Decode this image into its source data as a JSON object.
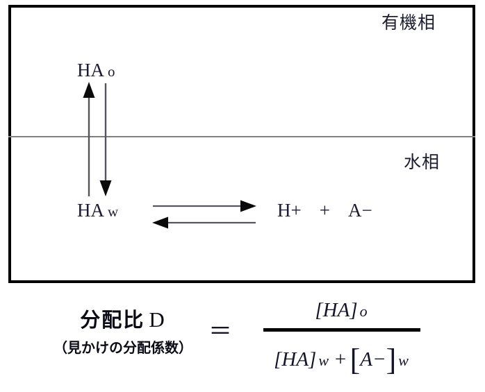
{
  "diagram": {
    "organic_phase_label": "有機相",
    "aqueous_phase_label": "水相",
    "species_organic": {
      "name": "HA",
      "subscript": "o"
    },
    "species_aqueous": {
      "name": "HA",
      "subscript": "w"
    },
    "dissociation_products": {
      "cation": "H+",
      "operator": "+",
      "anion": "A−"
    },
    "arrows": {
      "up_arrow": "arrow-up-icon",
      "down_arrow": "arrow-down-icon",
      "forward_arrow": "arrow-right-icon",
      "reverse_arrow": "arrow-left-icon"
    },
    "boundary_color": "#808080",
    "border_color": "#000000"
  },
  "equation": {
    "title": "分配比",
    "symbol": "D",
    "subtitle": "（見かけの分配係数）",
    "equals": "＝",
    "numerator": {
      "open_bracket": "[",
      "species": "HA",
      "close_bracket": "]",
      "phase": "o"
    },
    "denominator": {
      "term1": {
        "open_bracket": "[",
        "species": "HA",
        "close_bracket": "]",
        "phase": "w"
      },
      "operator": "+",
      "term2": {
        "open_bracket": "[",
        "species": "A−",
        "close_bracket": "]",
        "phase": "w"
      }
    }
  }
}
